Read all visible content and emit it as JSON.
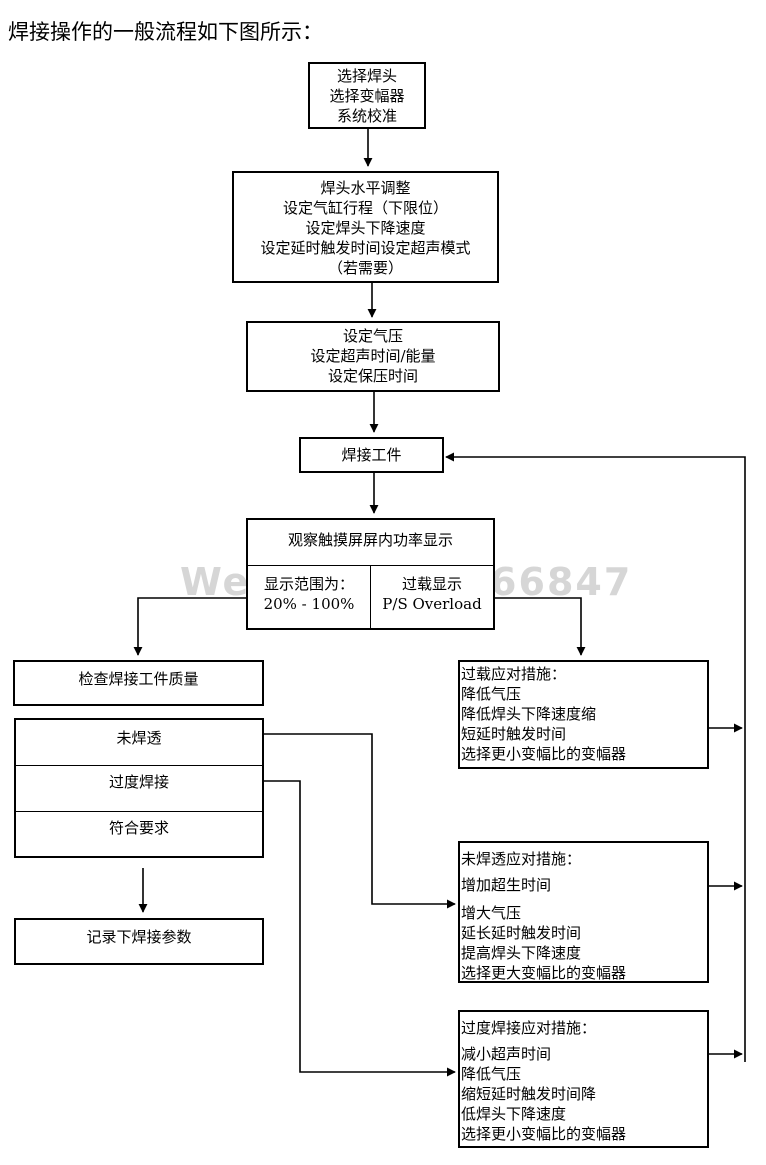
{
  "heading": "焊接操作的一般流程如下图所示：",
  "watermark": "WeChat:15 4 66847",
  "steps": {
    "select": [
      "选择焊头",
      "选择变幅器",
      "系统校准"
    ],
    "setup": [
      "焊头水平调整",
      "设定气缸行程（下限位）",
      "设定焊头下降速度",
      "设定延时触发时间设定超声模式",
      "（若需要）"
    ],
    "params": [
      "设定气压",
      "设定超声时间/能量",
      "设定保压时间"
    ],
    "weld": "焊接工件",
    "observe": "观察触摸屏屏内功率显示",
    "range_label": "显示范围为：",
    "range_value": "20% - 100%",
    "overload_label": "过载显示",
    "overload_value": "P/S Overload",
    "check": "检查焊接工件质量",
    "results": [
      "未焊透",
      "过度焊接",
      "符合要求"
    ],
    "record": "记录下焊接参数"
  },
  "measures": {
    "overload": {
      "title": "过载应对措施：",
      "items": [
        "降低气压",
        "降低焊头下降速度缩",
        "短延时触发时间",
        "选择更小变幅比的变幅器"
      ]
    },
    "underweld": {
      "title": "未焊透应对措施：",
      "items": [
        "增加超生时间",
        "增大气压",
        "延长延时触发时间",
        "提高焊头下降速度",
        "选择更大变幅比的变幅器"
      ]
    },
    "overweld": {
      "title": "过度焊接应对措施：",
      "items": [
        "减小超声时间",
        "降低气压",
        "缩短延时触发时间降",
        "低焊头下降速度",
        "选择更小变幅比的变幅器"
      ]
    }
  }
}
